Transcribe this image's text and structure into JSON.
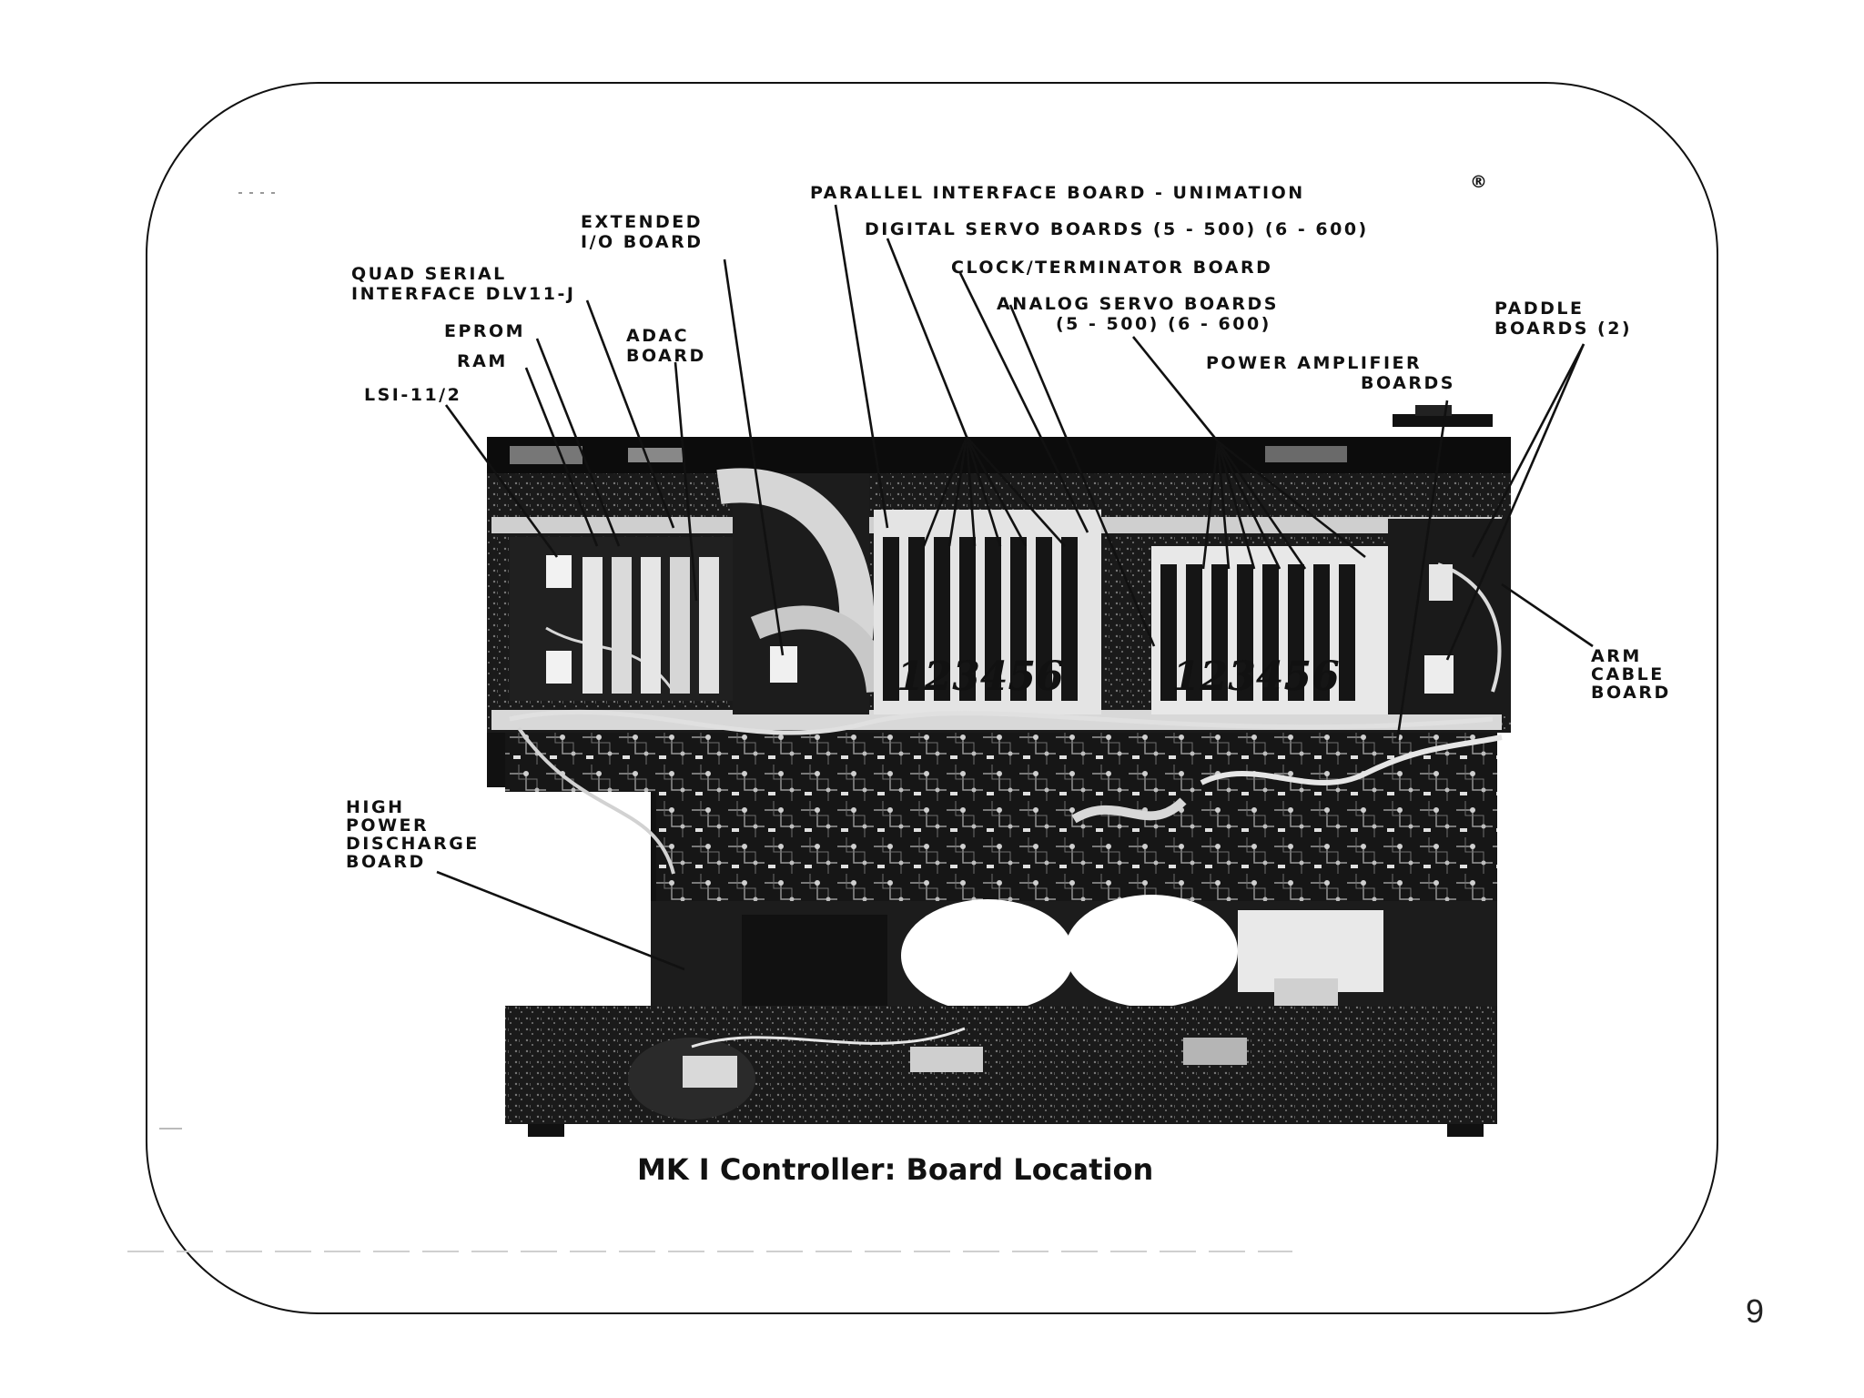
{
  "slide": {
    "page_number": "9"
  },
  "figure": {
    "caption": "MK I Controller: Board Location",
    "labels": {
      "parallel_interface": "PARALLEL INTERFACE BOARD - UNIMATION",
      "registered_mark": "®",
      "digital_servo": "DIGITAL SERVO BOARDS (5 - 500) (6 - 600)",
      "clock_terminator": "CLOCK/TERMINATOR BOARD",
      "analog_servo_line1": "ANALOG SERVO BOARDS",
      "analog_servo_line2": "(5 - 500) (6 - 600)",
      "extended_io_line1": "EXTENDED",
      "extended_io_line2": "I/O BOARD",
      "quad_serial_line1": "QUAD SERIAL",
      "quad_serial_line2": "INTERFACE DLV11-J",
      "eprom": "EPROM",
      "ram": "RAM",
      "lsi": "LSI-11/2",
      "adac_line1": "ADAC",
      "adac_line2": "BOARD",
      "paddle_line1": "PADDLE",
      "paddle_line2": "BOARDS (2)",
      "power_amp_line1": "POWER AMPLIFIER",
      "power_amp_line2": "BOARDS",
      "arm_cable_line1": "ARM",
      "arm_cable_line2": "CABLE",
      "arm_cable_line3": "BOARD",
      "high_power_line1": "HIGH",
      "high_power_line2": "POWER",
      "high_power_line3": "DISCHARGE",
      "high_power_line4": "BOARD"
    },
    "handwritten_numbers": [
      "123456",
      "123456"
    ]
  }
}
